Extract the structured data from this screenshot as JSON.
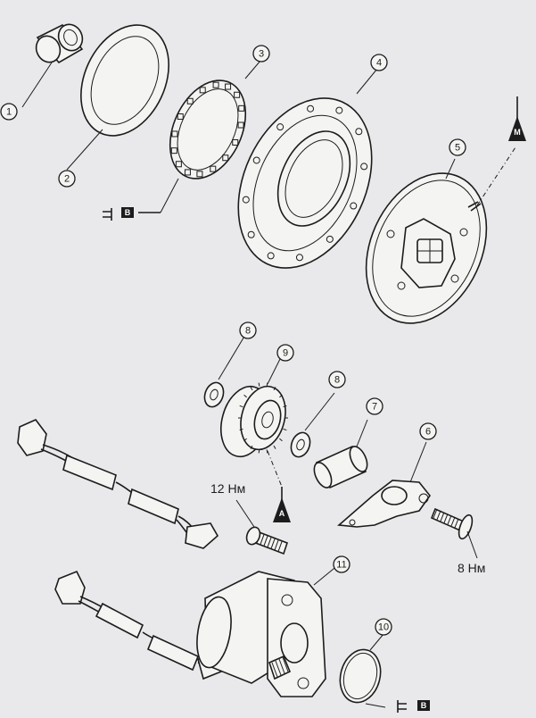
{
  "callouts": [
    {
      "id": "c1",
      "label": "1"
    },
    {
      "id": "c2",
      "label": "2"
    },
    {
      "id": "c3",
      "label": "3"
    },
    {
      "id": "c4",
      "label": "4"
    },
    {
      "id": "c5",
      "label": "5"
    },
    {
      "id": "c6",
      "label": "6"
    },
    {
      "id": "c7",
      "label": "7"
    },
    {
      "id": "c8a",
      "label": "8"
    },
    {
      "id": "c8b",
      "label": "8"
    },
    {
      "id": "c9",
      "label": "9"
    },
    {
      "id": "c10",
      "label": "10"
    },
    {
      "id": "c11",
      "label": "11"
    }
  ],
  "torques": {
    "bolt_12": "12 Нм",
    "screw_8": "8 Нм"
  },
  "badges": {
    "grease_b": "B",
    "oil_m": "M",
    "oil_a": "A"
  },
  "colors": {
    "ink": "#1c1c1c",
    "paper": "#e9e9ec"
  }
}
